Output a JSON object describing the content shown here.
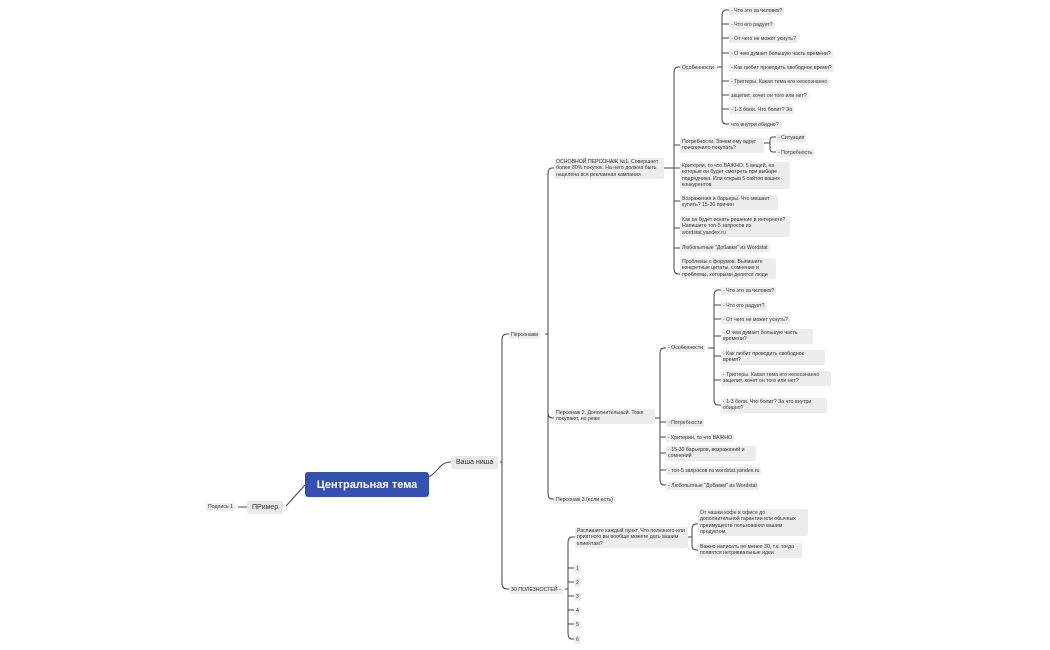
{
  "central": "Центральная тема",
  "example": "ПРимер",
  "signature": "Подпись 1",
  "niche": "Ваша ниша",
  "personas": "Персонажи",
  "usefuls": "30 ПОЛЕЗНОСТЕЙ -",
  "main_persona": "ОСНОВНОЙ ПЕРСОНАЖ №1. Совершает более 80% покупок. На него должна быть нацелена вся рекламная кампания",
  "features": "Особенности",
  "p1_features": [
    "- Что это за человек?",
    "- Что его радует?",
    "- От чего не может уснуть?",
    "- О чем думает большую часть времени?",
    "- Как любит проводить свободное время?",
    "- Триггеры. Какая тема его неосознанно",
    "зацепит, хочет он того или нет?",
    "- 1-3 боли. Что болит? За",
    "что внутри обидно?"
  ],
  "needs": "Потребности. Зачем ему вдруг приспичило покупать?",
  "needs_children": [
    "- Ситуация",
    "- Потребность"
  ],
  "criteria": "Критерии, то что ВАЖНО. 5 вещей, на которые он будет смотреть при выборе подрядчика. Или открыв 5 сайтов ваших конкурентов",
  "objections": "Возражения и барьеры. Что мешает купить? 15-30 причин",
  "search": "Как он будет искать решение в интернете? Напишите топ-5 запросов из wordstat.yandex.ru",
  "additions": "Любопытные \"Добавки\" из Wordstat",
  "forums": "Проблемы с форумов. Выпишите конкретные цитаты, сомнения и проблемы, которыми делятся люди",
  "persona2": "Персонаж 2. Дополнительный. Тоже покупают, но реже",
  "p2_features_label": "- Особенности",
  "p2_features": [
    "- Что это за человек?",
    "- Что его радует?",
    "- От чего не может уснуть?",
    "- О чем думает большую часть времени?",
    "- Как любит проводить свободное время?",
    "- Триггеры. Какая тема его неосознанно зацепит, хочет он того или нет?",
    "- 1-3 боли. Что болит? За что внутри обидно?"
  ],
  "p2_items": [
    "- Потребности",
    "- Критерии, то что ВАЖНО",
    "- 15-30 барьеров, возражений и сомнений",
    "- топ-5 запросов из wordstat.yandex.ru",
    "- Любопытные \"Добавки\" из Wordstat"
  ],
  "persona3": "Персонаж 3 (если есть)",
  "useful_main": "Распишите каждый пункт. Что полезного или приятного вы вообще можете дать вашим клиентам?",
  "useful_children": [
    "От чашки кофе в офисе до дополнительной гарантии или обычных преимуществ пользования вашим продуктом.",
    "Важно написать не менее 30, т.к. тогда появятся нетривиальные идеи"
  ],
  "numbers": [
    "1",
    "2",
    "3",
    "4",
    "5",
    "6"
  ]
}
